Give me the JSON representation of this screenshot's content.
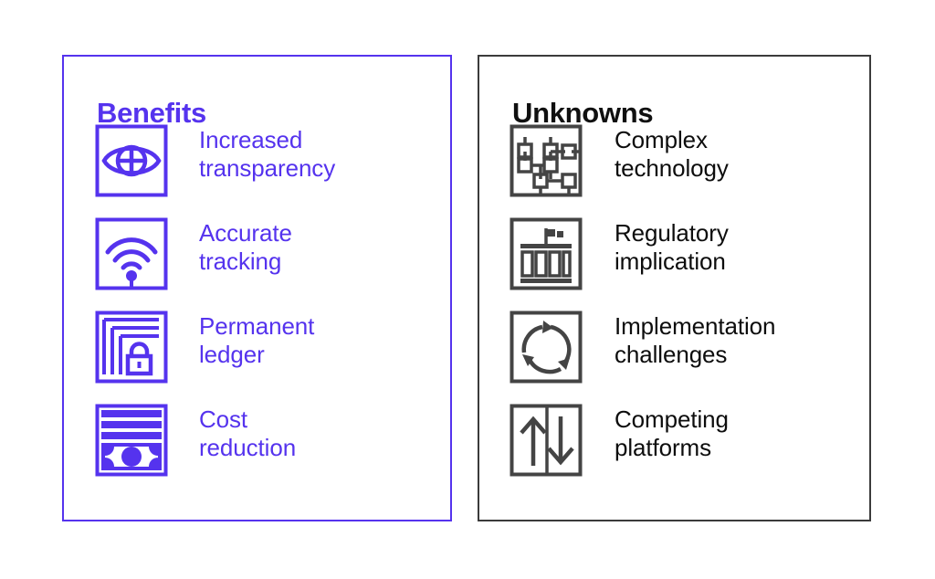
{
  "colors": {
    "benefits_accent": "#5533ee",
    "unknowns_accent": "#3b3b3b",
    "background": "#ffffff"
  },
  "panels": [
    {
      "id": "benefits",
      "title": "Benefits",
      "items": [
        {
          "icon": "eye-globe-icon",
          "label": "Increased\ntransparency"
        },
        {
          "icon": "wireless-signal-icon",
          "label": "Accurate\ntracking"
        },
        {
          "icon": "layers-lock-icon",
          "label": "Permanent\nledger"
        },
        {
          "icon": "banknote-stack-icon",
          "label": "Cost\nreduction"
        }
      ]
    },
    {
      "id": "unknowns",
      "title": "Unknowns",
      "items": [
        {
          "icon": "network-nodes-icon",
          "label": "Complex\ntechnology"
        },
        {
          "icon": "government-building-icon",
          "label": "Regulatory\nimplication"
        },
        {
          "icon": "circular-arrows-icon",
          "label": "Implementation\nchallenges"
        },
        {
          "icon": "up-down-arrows-icon",
          "label": "Competing\nplatforms"
        }
      ]
    }
  ]
}
